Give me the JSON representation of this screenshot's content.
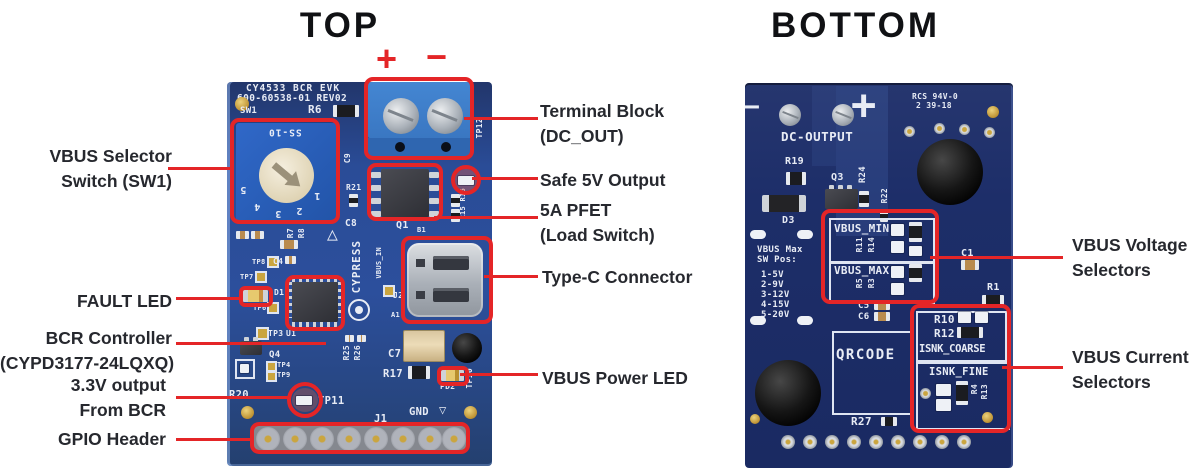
{
  "titles": {
    "top": "TOP",
    "bottom": "BOTTOM"
  },
  "annotations": {
    "polarity_plus": "+",
    "polarity_minus": "−",
    "left": [
      {
        "lines": [
          "VBUS Selector",
          "Switch (SW1)"
        ]
      },
      {
        "lines": [
          "FAULT LED"
        ]
      },
      {
        "lines": [
          "BCR Controller",
          "(CYPD3177-24LQXQ)"
        ]
      },
      {
        "lines": [
          "3.3V output",
          "From BCR"
        ]
      },
      {
        "lines": [
          "GPIO Header"
        ]
      }
    ],
    "right": [
      {
        "lines": [
          "Terminal Block",
          "(DC_OUT)"
        ]
      },
      {
        "lines": [
          "Safe 5V Output"
        ]
      },
      {
        "lines": [
          "5A PFET",
          "(Load Switch)"
        ]
      },
      {
        "lines": [
          "Type-C Connector"
        ]
      },
      {
        "lines": [
          "VBUS Power LED"
        ]
      }
    ],
    "far_right": [
      {
        "lines": [
          "VBUS Voltage",
          "Selectors"
        ]
      },
      {
        "lines": [
          "VBUS Current",
          "Selectors"
        ]
      }
    ]
  },
  "top_board": {
    "silk": {
      "name": "CY4533 BCR EVK",
      "part": "600-60538-01 REV02",
      "sw1": "SW1",
      "r6": "R6",
      "ss10": "SS-10",
      "dial": [
        "1",
        "2",
        "3",
        "4",
        "5"
      ],
      "c9": "C9",
      "r21": "R21",
      "c8": "C8",
      "r7": "R7",
      "r8": "R8",
      "q1": "Q1",
      "b1": "B1",
      "tp12": "TP12",
      "r16": "R16",
      "r15": "R15",
      "cypress": "CYPRESS",
      "esd": "△",
      "vbus_in": "VBUS_IN",
      "j2": "J2",
      "a1": "A1",
      "c4": "C4",
      "tp8": "TP8",
      "tp7": "TP7",
      "tp6": "TP6",
      "d1": "D1",
      "tp3": "TP3",
      "u1": "U1",
      "q4": "Q4",
      "tp4": "TP4",
      "tp9": "TP9",
      "r20": "R20",
      "r25": "R25",
      "r26": "R26",
      "c7": "C7",
      "r17": "R17",
      "pd2": "PD2",
      "tp10": "TP10",
      "tp11": "TP11",
      "j1": "J1",
      "gnd": "GND",
      "gnd_mark": "▽"
    }
  },
  "bottom_board": {
    "silk": {
      "plus": "+",
      "minus": "−",
      "dc_output": "DC-OUTPUT",
      "ul1": "RCS 94V-0",
      "ul2": "2  39-18",
      "r19": "R19",
      "d3": "D3",
      "q3": "Q3",
      "r24": "R24",
      "r22": "R22",
      "sw_hdr1": "VBUS Max",
      "sw_hdr2": "SW Pos:",
      "sw_positions": [
        "1-5V",
        "2-9V",
        "3-12V",
        "4-15V",
        "5-20V"
      ],
      "vbus_min": "VBUS_MIN",
      "r11": "R11",
      "r14": "R14",
      "vbus_max": "VBUS_MAX",
      "r5": "R5",
      "r3": "R3",
      "c1": "C1",
      "r1": "R1",
      "c5": "C5",
      "c6": "C6",
      "qrcode": "QRCODE",
      "r27": "R27",
      "r10": "R10",
      "r12": "R12",
      "isnk_coarse": "ISNK_COARSE",
      "isnk_fine": "ISNK_FINE",
      "r4": "R4",
      "r13": "R13"
    }
  },
  "colors": {
    "annotation_red": "#e42527",
    "label_text": "#26282e",
    "pcb_top": "#2c4f9c",
    "pcb_bottom": "#1d2e69"
  }
}
